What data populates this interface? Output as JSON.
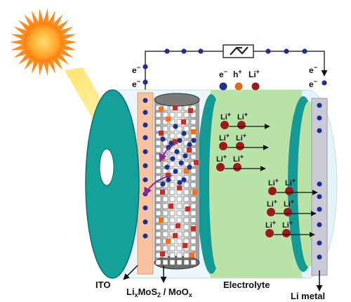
{
  "legend": {
    "electron": "e",
    "hole": "h",
    "lithium": "Li"
  },
  "electron_labels": {
    "text": "e"
  },
  "li_ion": {
    "text": "Li"
  },
  "components": {
    "ito": "ITO",
    "photocathode_a": "Li",
    "photocathode_a_sub": "x",
    "photocathode_b": "MoS",
    "photocathode_b_sub": "2",
    "photocathode_sep": " / MoO",
    "photocathode_c_sub": "x",
    "electrolyte": "Electrolyte",
    "anode": "Li metal"
  },
  "colors": {
    "sun": "#ff8c1a",
    "sun_core": "#ffd23a",
    "shell": "#eef8fb",
    "teal": "#159c98",
    "teal_dark": "#0d6e6b",
    "ito": "#f7c4a0",
    "electrolyte": "#b8e3a4",
    "li_metal": "#c9c9d4",
    "electron": "#1f2f8f",
    "hole": "#e36a1c",
    "li_ion": "#9b1a1a",
    "wire": "#333333"
  },
  "icons": [
    "sun-icon",
    "switch-icon",
    "down-arrow-icon",
    "right-arrow-icon"
  ]
}
